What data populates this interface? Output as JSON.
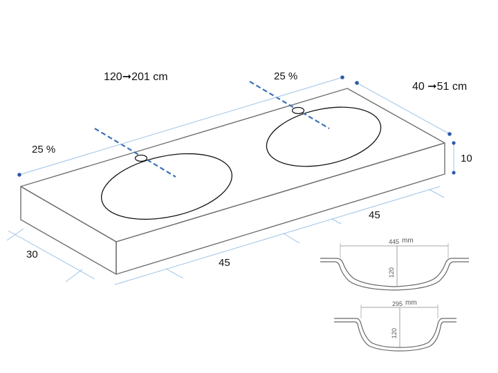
{
  "labels": {
    "length_range": "120➞201 cm",
    "depth_range": "40 ➞51 cm",
    "tap_offset_left": "25 %",
    "tap_offset_right": "25 %",
    "thickness": "10",
    "side_width": "30",
    "front_half_left": "45",
    "front_half_right": "45"
  },
  "basin_sections": [
    {
      "width_value": "445",
      "width_unit": "mm",
      "depth_value": "120"
    },
    {
      "width_value": "295",
      "width_unit": "mm",
      "depth_value": "120"
    }
  ],
  "colors": {
    "outline": "#6f6f6f",
    "dimension_line": "#9cc2e6",
    "dimension_dot": "#2f59a8",
    "tap_axis": "#3a6fb5",
    "basin": "#111111"
  }
}
